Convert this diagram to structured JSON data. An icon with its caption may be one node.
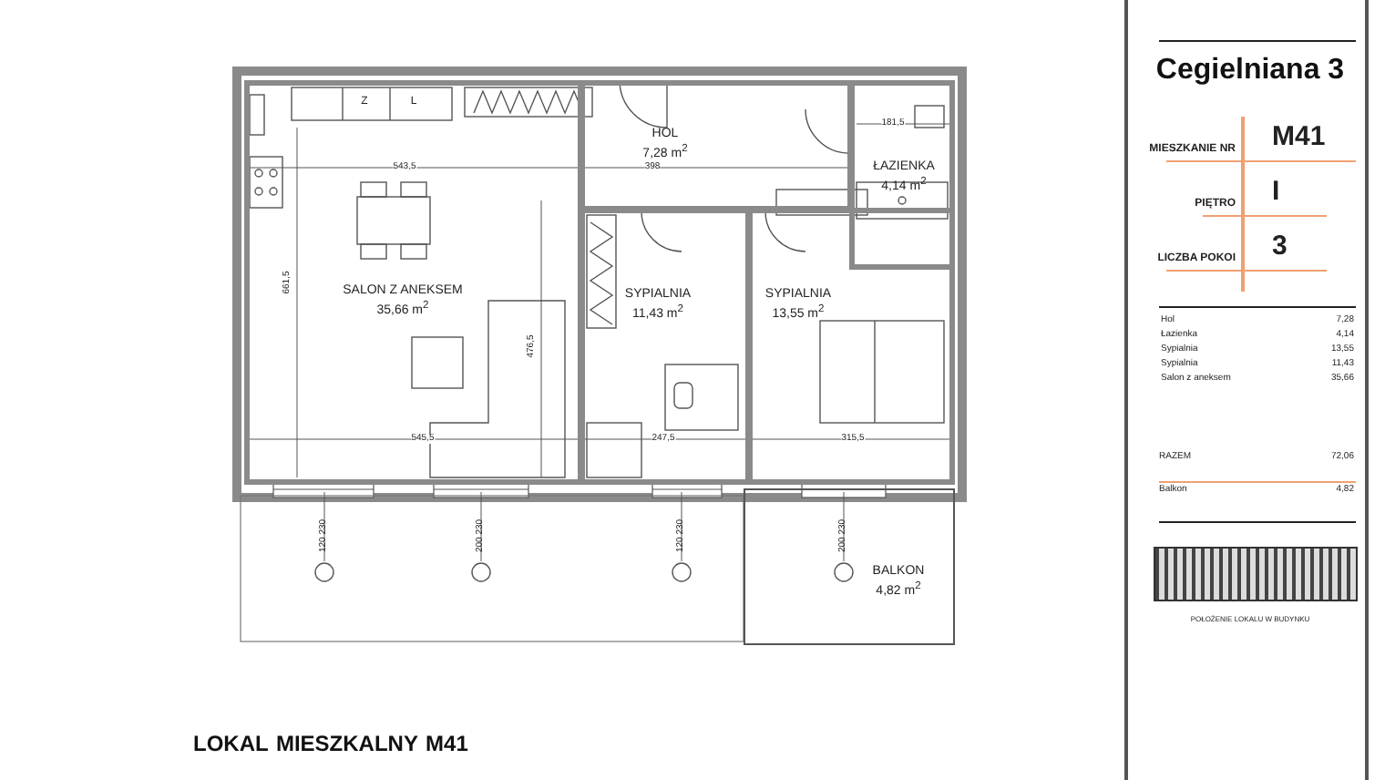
{
  "diagram": {
    "title": "Cegielniana 3",
    "caption": "LOKAL MIESZKALNY M41",
    "nodes": [
      {
        "text": [
          "SALON Z ANEKSEM",
          "35,66 m$^{2}$"
        ]
      },
      {
        "text": [
          "HOL",
          "7,28 m$^{2}$"
        ]
      },
      {
        "text": [
          "ŁAZIENKA",
          "4,14 m$^{2}$"
        ]
      },
      {
        "text": [
          "SYPIALNIA",
          "11,43 m$^{2}$"
        ]
      },
      {
        "text": [
          "SYPIALNIA",
          "13,55 m$^{2}$"
        ]
      },
      {
        "text": [
          "BALKON",
          "4,82 m$^{2}$"
        ]
      }
    ],
    "labels": [
      "543,5",
      "398",
      "181,5",
      "661,5",
      "476,5",
      "545,5",
      "247,5",
      "315,5",
      "120 230",
      "200 230",
      "120 230",
      "200 230",
      "MIESZKANIE NR",
      "M41",
      "PIĘTRO",
      "I",
      "LICZBA POKOI",
      "3",
      "Hol",
      "7,28",
      "Łazienka",
      "4,14",
      "Sypialnia",
      "13,55",
      "Sypialnia",
      "11,43",
      "Salon z aneksem",
      "35,66",
      "RAZEM",
      "72,06",
      "Balkon",
      "4,82",
      "POŁOŻENIE LOKALU W BUDYNKU",
      "Z",
      "L"
    ]
  }
}
